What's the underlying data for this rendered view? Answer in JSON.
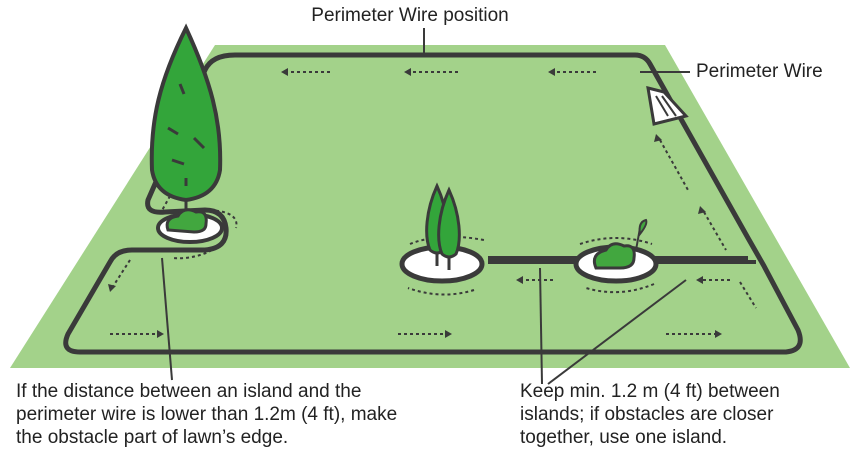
{
  "labels": {
    "perimeter_wire_position": "Perimeter Wire position",
    "perimeter_wire": "Perimeter Wire"
  },
  "captions": {
    "left": [
      "If the distance between an island and the",
      "perimeter wire is lower than 1.2m (4 ft), make",
      "the obstacle part of lawn’s edge."
    ],
    "right": [
      "Keep min. 1.2 m (4 ft) between",
      "islands; if obstacles are closer",
      "together, use one island."
    ]
  },
  "colors": {
    "lawn": "#a3d28a",
    "lawn_edge": "#8ec776",
    "tree": "#33a53a",
    "bush": "#42a73f",
    "wire": "#3a3a3a",
    "island": "#ffffff"
  },
  "icons": [
    "tall-tree-icon",
    "twin-trees-icon",
    "bush-icon",
    "charging-station-icon",
    "direction-arrow-icon"
  ]
}
